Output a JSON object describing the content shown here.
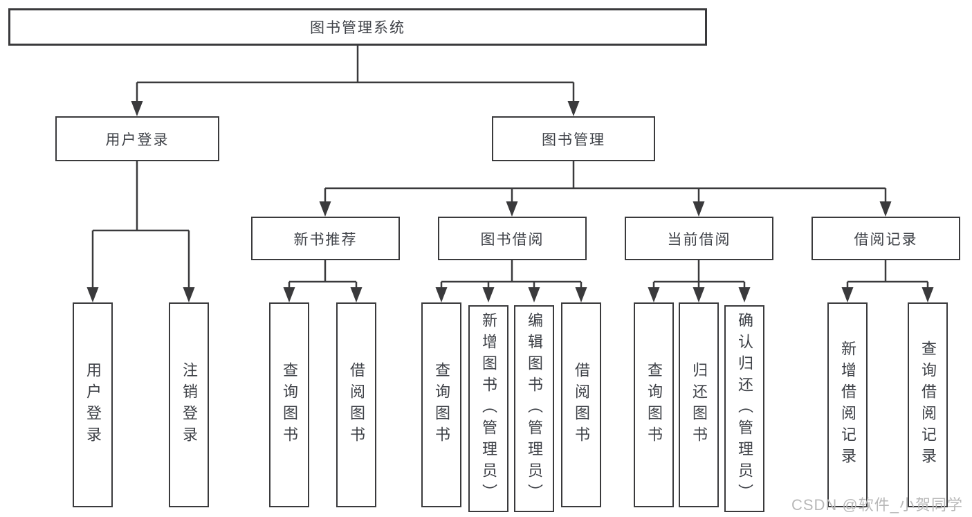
{
  "diagram": {
    "title": "图书管理系统",
    "root": {
      "label": "图书管理系统"
    },
    "level2": [
      {
        "label": "用户登录"
      },
      {
        "label": "图书管理"
      }
    ],
    "level3": [
      {
        "label": "新书推荐",
        "parent": "图书管理"
      },
      {
        "label": "图书借阅",
        "parent": "图书管理"
      },
      {
        "label": "当前借阅",
        "parent": "图书管理"
      },
      {
        "label": "借阅记录",
        "parent": "图书管理"
      }
    ],
    "leaves": [
      {
        "label": "用户登录",
        "parent": "用户登录"
      },
      {
        "label": "注销登录",
        "parent": "用户登录"
      },
      {
        "label": "查询图书",
        "parent": "新书推荐"
      },
      {
        "label": "借阅图书",
        "parent": "新书推荐"
      },
      {
        "label": "查询图书",
        "parent": "图书借阅"
      },
      {
        "label": "新增图书（管理员）",
        "parent": "图书借阅"
      },
      {
        "label": "编辑图书（管理员）",
        "parent": "图书借阅"
      },
      {
        "label": "借阅图书",
        "parent": "图书借阅"
      },
      {
        "label": "查询图书",
        "parent": "当前借阅"
      },
      {
        "label": "归还图书",
        "parent": "当前借阅"
      },
      {
        "label": "确认归还（管理员）",
        "parent": "当前借阅"
      },
      {
        "label": "新增借阅记录",
        "parent": "借阅记录"
      },
      {
        "label": "查询借阅记录",
        "parent": "借阅记录"
      }
    ]
  },
  "watermark": "CSDN @软件_小贺同学",
  "colors": {
    "line": "#3a3a3c",
    "text": "#3e4147",
    "watermark": "#b8b8b8",
    "background": "#ffffff"
  }
}
